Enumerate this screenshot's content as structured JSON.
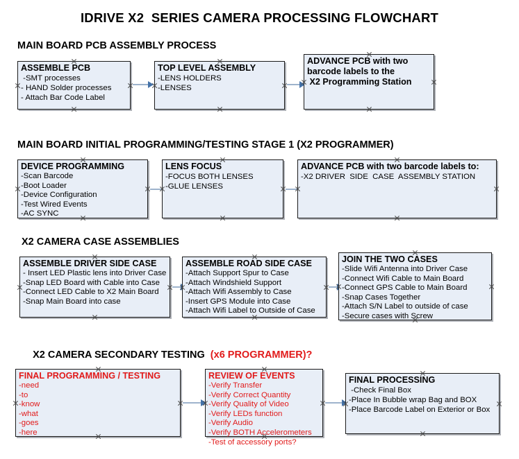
{
  "document": {
    "title": "IDRIVE X2  SERIES CAMERA PROCESSING FLOWCHART"
  },
  "sections": [
    {
      "id": "main-board-pcb-assembly",
      "title": "MAIN BOARD PCB ASSEMBLY PROCESS",
      "title_accent": ""
    },
    {
      "id": "main-board-initial-programming",
      "title": "MAIN BOARD INITIAL PROGRAMMING/TESTING STAGE 1 (X2 PROGRAMMER)",
      "title_accent": ""
    },
    {
      "id": "x2-camera-case-assemblies",
      "title": "X2 CAMERA CASE ASSEMBLIES",
      "title_accent": ""
    },
    {
      "id": "x2-camera-secondary-testing",
      "title": "X2 CAMERA SECONDARY TESTING  ",
      "title_accent": "(x6 PROGRAMMER)?"
    }
  ],
  "nodes": {
    "assemble_pcb": {
      "heading": "ASSEMBLE PCB",
      "lines": [
        " -SMT processes",
        "- HAND Solder processes",
        "- Attach Bar Code Label"
      ]
    },
    "top_level_assembly": {
      "heading": "TOP LEVEL ASSEMBLY",
      "lines": [
        "-LENS HOLDERS",
        "-LENSES"
      ]
    },
    "advance_pcb_station": {
      "heading": "ADVANCE PCB with two",
      "lines": [
        "barcode labels to the",
        " X2 Programming Station"
      ]
    },
    "device_programming": {
      "heading": "DEVICE PROGRAMMING",
      "lines": [
        "-Scan Barcode",
        "-Boot Loader",
        "-Device Configuration",
        "-Test Wired Events",
        "-AC SYNC"
      ]
    },
    "lens_focus": {
      "heading": "LENS FOCUS",
      "lines": [
        "-FOCUS BOTH LENSES",
        "-GLUE LENSES"
      ]
    },
    "advance_pcb_driver_side": {
      "heading": "ADVANCE PCB with two barcode labels to:",
      "lines": [
        "-X2 DRIVER  SIDE  CASE  ASSEMBLY STATION"
      ]
    },
    "assemble_driver_side_case": {
      "heading": "ASSEMBLE DRIVER SIDE CASE",
      "lines": [
        "- Insert LED Plastic lens into Driver Case",
        "-Snap LED Board with Cable into Case",
        "-Connect LED Cable to X2 Main Board",
        "-Snap Main Board into case"
      ]
    },
    "assemble_road_side_case": {
      "heading": "ASSEMBLE ROAD SIDE CASE",
      "lines": [
        "-Attach Support Spur to Case",
        "-Attach Windshield Support",
        "-Attach Wifi Assembly to Case",
        "-Insert GPS Module into Case",
        "-Attach Wifi Label to Outside of Case"
      ]
    },
    "join_the_two_cases": {
      "heading": "JOIN THE TWO CASES",
      "lines": [
        "-Slide Wifi Antenna into Driver Case",
        "-Connect Wifi Cable to Main Board",
        "-Connect GPS Cable to Main Board",
        "-Snap Cases Together",
        "-Attach S/N Label to outside of case",
        "-Secure cases with Screw"
      ]
    },
    "final_programming_testing": {
      "heading": "FINAL PROGRAMMING / TESTING",
      "lines": [
        "-need",
        "-to",
        "-know",
        "-what",
        "-goes",
        "-here"
      ]
    },
    "review_of_events": {
      "heading": "REVIEW OF EVENTS",
      "lines": [
        "-Verify Transfer",
        "-Verify Correct Quantity",
        "-Verify Quality of Video",
        "-Verify LEDs function",
        "-Verify Audio",
        "-Verify BOTH Accelerometers",
        "-Test of accessory ports?"
      ]
    },
    "final_processing": {
      "heading": "FINAL PROCESSING",
      "lines": [
        " -Check Final Box",
        "-Place In Bubble wrap Bag and BOX",
        "-Place Barcode Label on Exterior or Box"
      ]
    }
  },
  "colors": {
    "box_fill": "#e8eef7",
    "box_border": "#1a1a1a",
    "accent_red": "#e11a1a",
    "connector_shaft": "#9db3cc",
    "connector_head": "#4472a8",
    "text": "#000000"
  }
}
